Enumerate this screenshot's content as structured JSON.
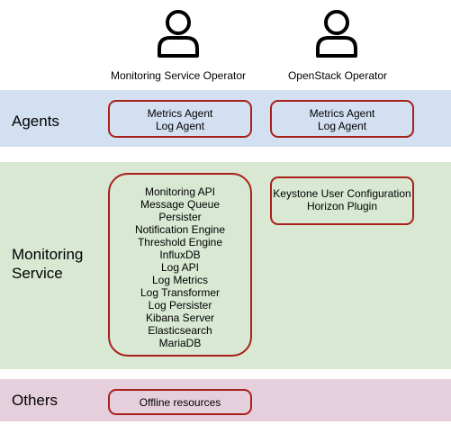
{
  "actors": [
    {
      "name": "Monitoring Service Operator",
      "icon": "user-icon"
    },
    {
      "name": "OpenStack Operator",
      "icon": "user-icon"
    }
  ],
  "bands": {
    "agents": {
      "label": "Agents",
      "color": "#d3e0f2",
      "monitoring_operator_box": [
        "Metrics Agent",
        "Log Agent"
      ],
      "openstack_operator_box": [
        "Metrics Agent",
        "Log Agent"
      ]
    },
    "monitoring": {
      "label_line1": "Monitoring",
      "label_line2": "Service",
      "color": "#d8e8d3",
      "monitoring_operator_box": [
        "Monitoring API",
        "Message Queue",
        "Persister",
        "Notification Engine",
        "Threshold Engine",
        "InfluxDB",
        "Log API",
        "Log Metrics",
        "Log Transformer",
        "Log Persister",
        "Kibana Server",
        "Elasticsearch",
        "MariaDB"
      ],
      "openstack_operator_box": [
        "Keystone User Configuration",
        "Horizon Plugin"
      ]
    },
    "others": {
      "label": "Others",
      "color": "#e6cfdc",
      "monitoring_operator_box": [
        "Offline resources"
      ]
    }
  },
  "box_border_color": "#a8201a"
}
